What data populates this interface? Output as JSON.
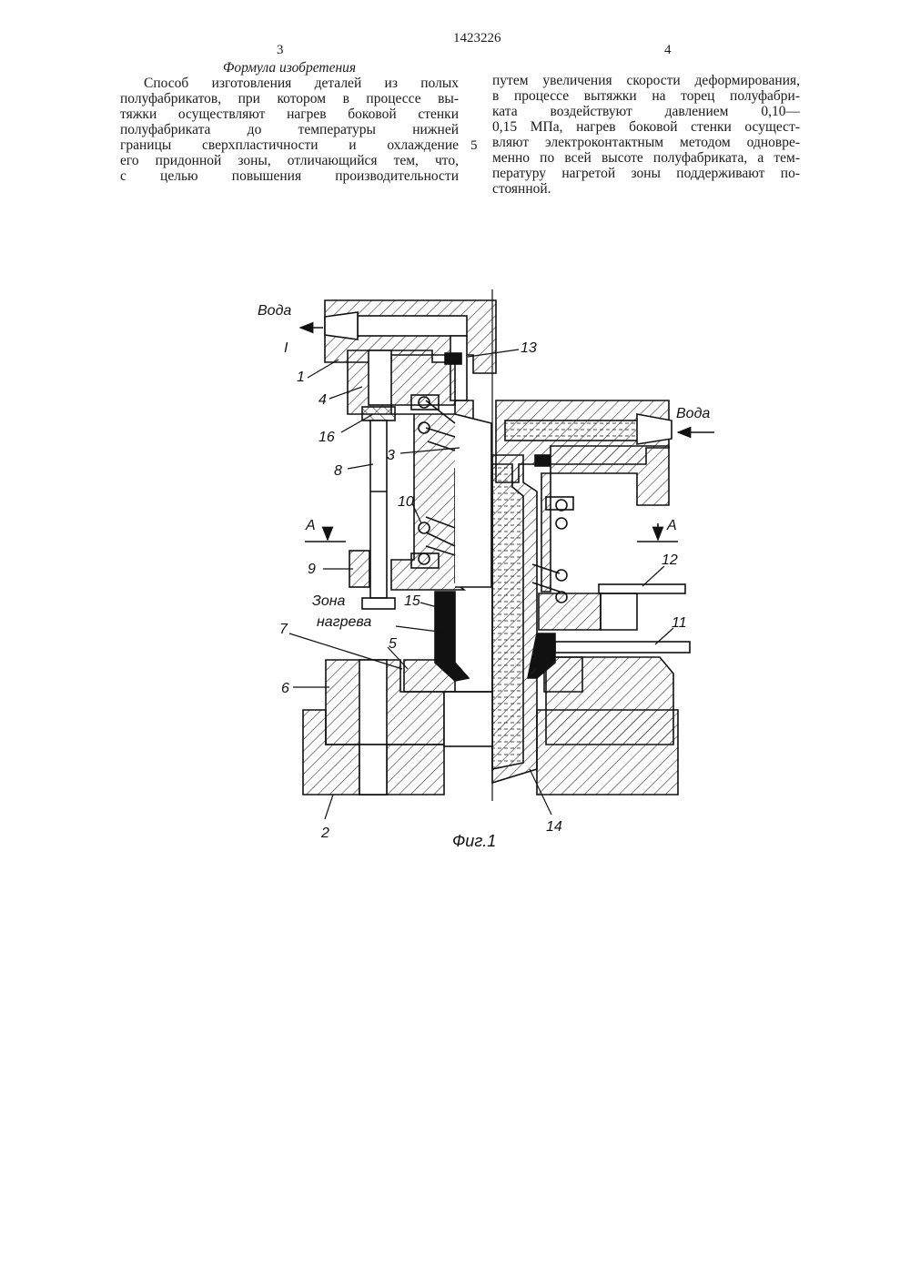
{
  "header": {
    "patent_number": "1423226",
    "page_left": "3",
    "page_right": "4",
    "line_marker": "5"
  },
  "left_column": {
    "title": "Формула изобретения",
    "lines": [
      "Способ изготовления деталей из полых",
      "полуфабрикатов, при котором в процессе вы-",
      "тяжки осуществляют нагрев боковой стенки",
      "полуфабриката до температуры нижней",
      "границы сверхпластичности и охлаждение",
      "его придонной зоны, отличающийся тем, что,",
      "с целью повышения производительности"
    ]
  },
  "right_column": {
    "lines": [
      "путем увеличения скорости деформирования,",
      "в процессе вытяжки на торец полуфабри-",
      "ката воздействуют давлением 0,10—",
      "0,15 МПа, нагрев боковой стенки осущест-",
      "вляют электроконтактным методом одновре-",
      "менно по всей высоте полуфабриката, а тем-",
      "пературу нагретой зоны поддерживают по-",
      "стоянной."
    ]
  },
  "figure": {
    "caption": "Фиг.1",
    "labels": {
      "water_left": "Вода",
      "water_right": "Вода",
      "roman_one": "I",
      "section_left": "А",
      "section_right": "А",
      "zone_1": "Зона",
      "zone_2": "нагрева",
      "n1": "1",
      "n2": "2",
      "n3": "3",
      "n4": "4",
      "n5": "5",
      "n6": "6",
      "n7": "7",
      "n8": "8",
      "n9": "9",
      "n10": "10",
      "n11": "11",
      "n12": "12",
      "n13": "13",
      "n14": "14",
      "n15": "15",
      "n16": "16"
    }
  }
}
